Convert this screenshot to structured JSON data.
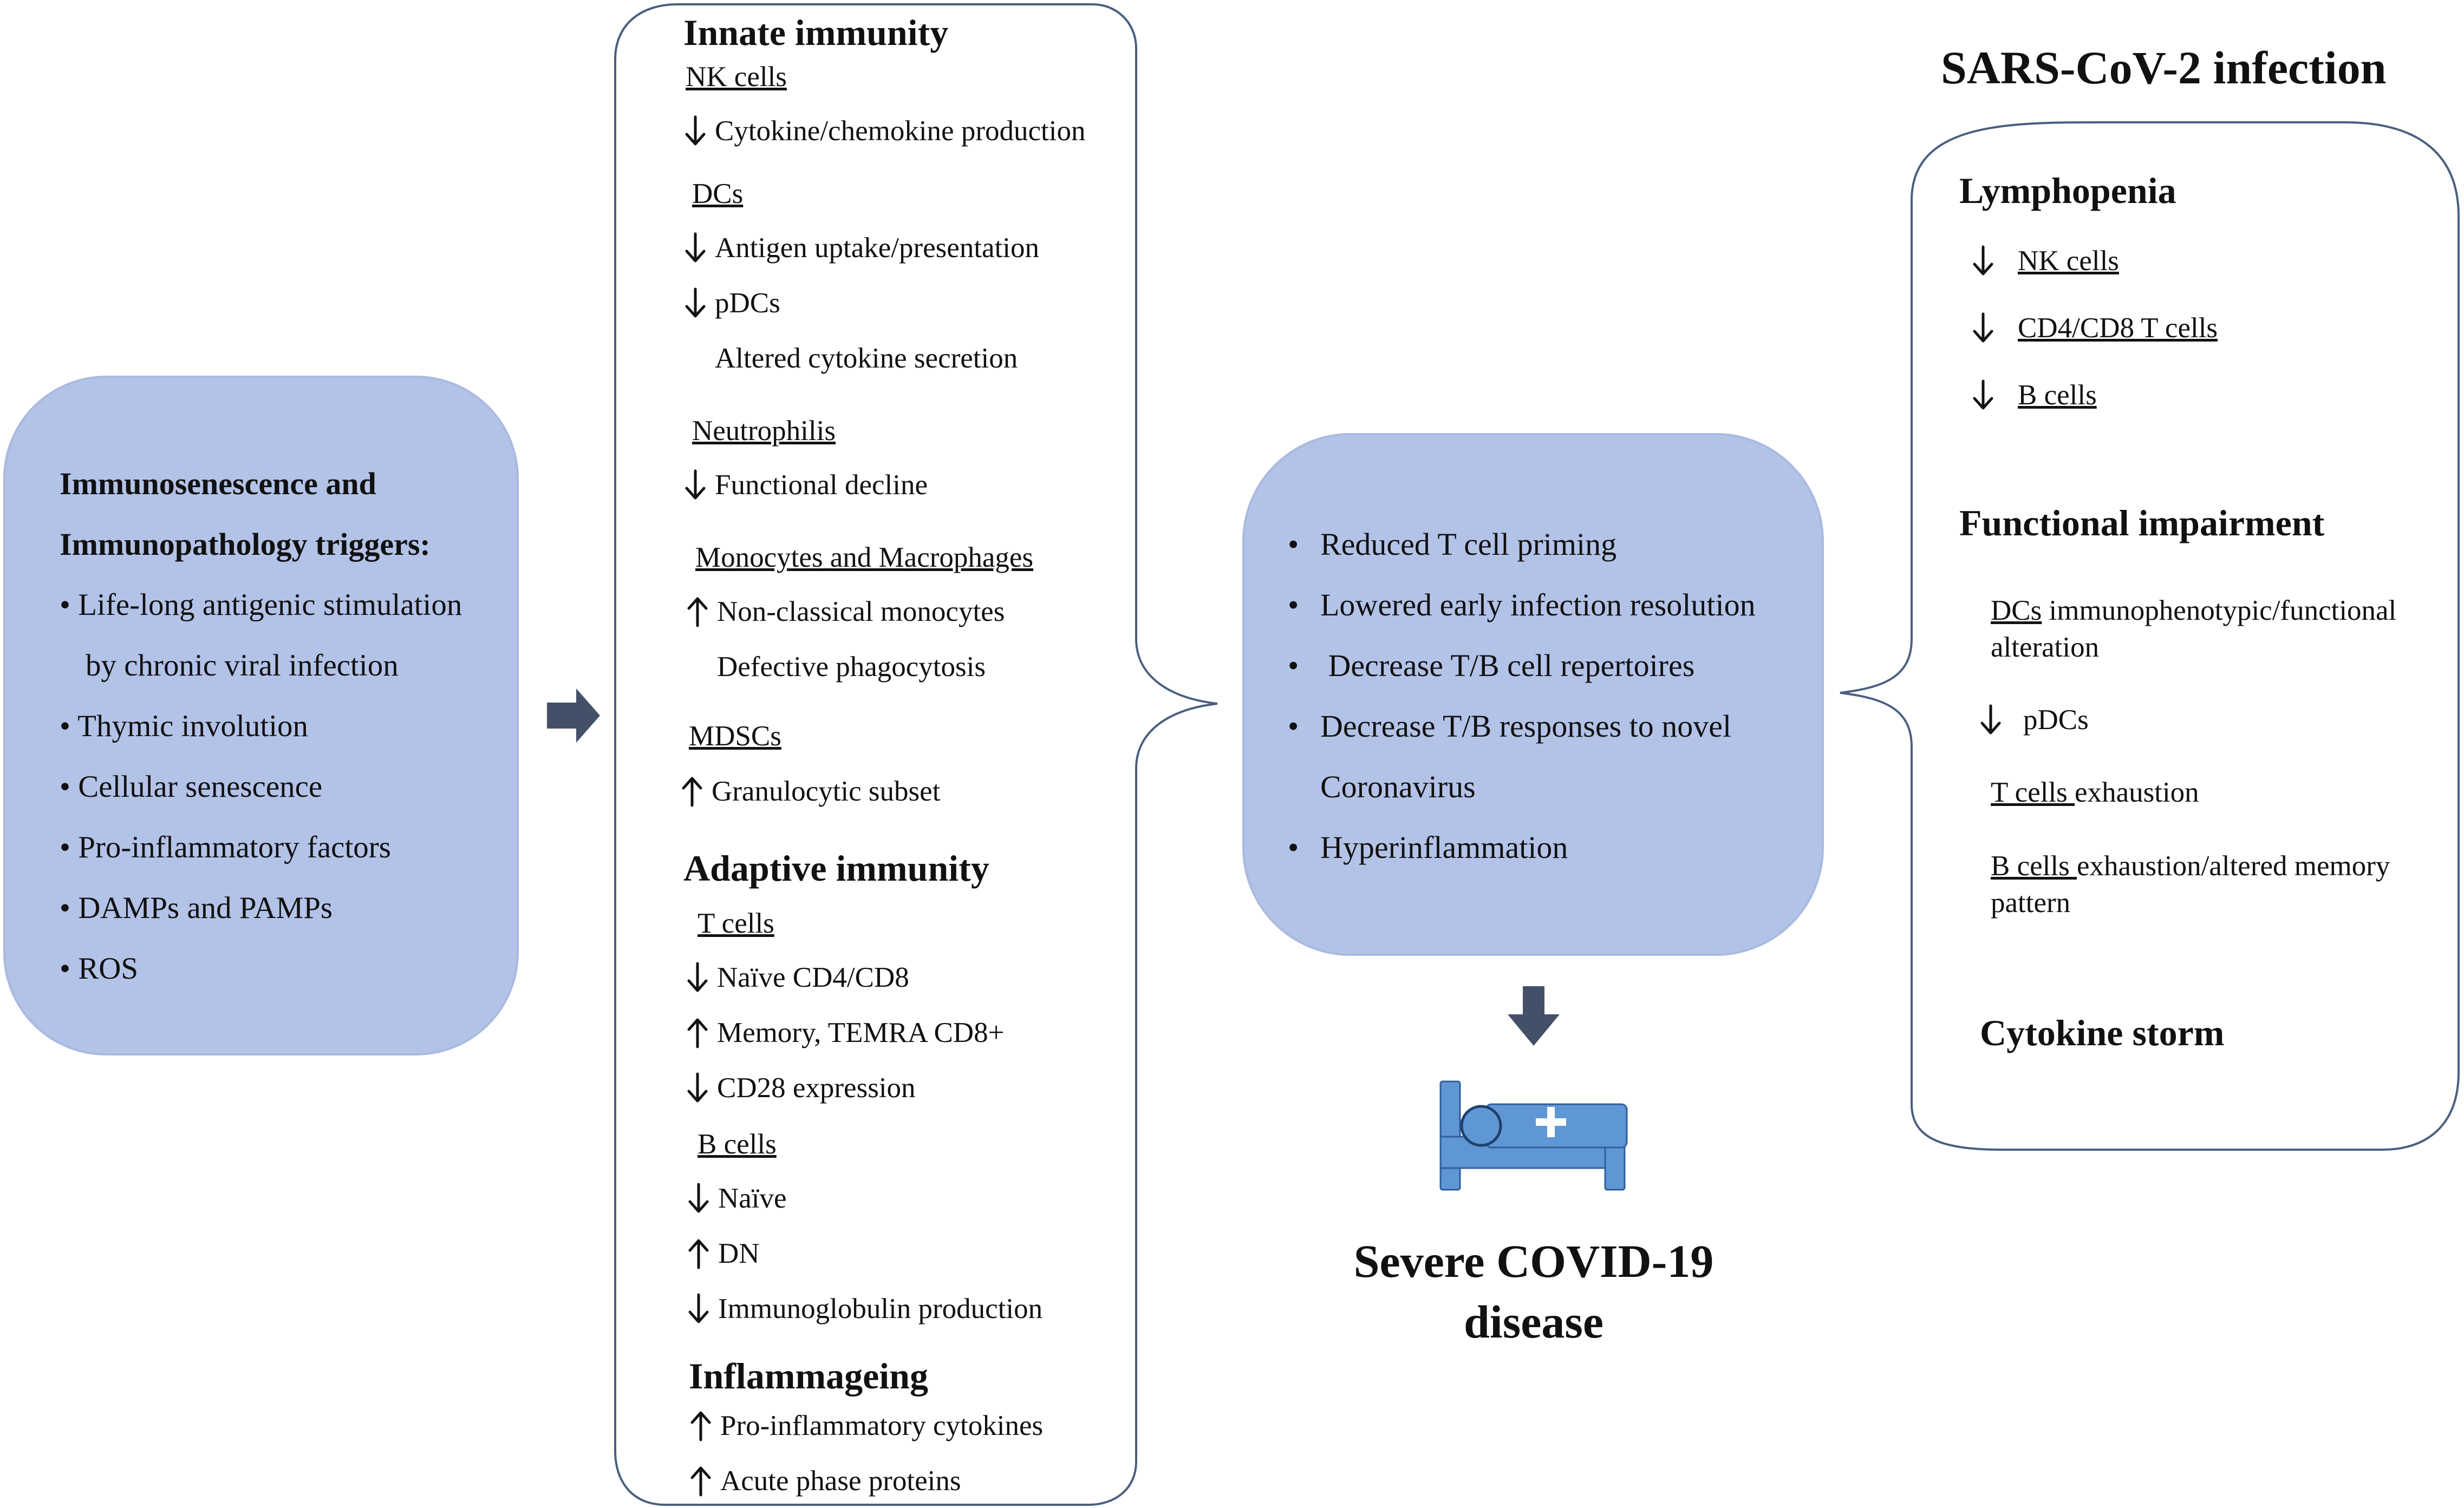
{
  "colors": {
    "box_fill": "#b3c3e8",
    "arrow_fill": "#435067",
    "bed_fill": "#5f96d4",
    "bed_outline": "#2f5f9b",
    "bracket_stroke": "#4a5f80"
  },
  "triggers": {
    "heading_line1": "Immunosenescence and",
    "heading_line2": "Immunopathology triggers:",
    "items": [
      "• Life-long antigenic stimulation",
      "by chronic viral infection",
      "• Thymic involution",
      "• Cellular senescence",
      "• Pro-inflammatory factors",
      "• DAMPs and PAMPs",
      "• ROS"
    ]
  },
  "arrow_icon": "right-arrow-icon",
  "aging_panel": {
    "innate": {
      "title": "Innate immunity",
      "nk": {
        "label": "NK cells",
        "rows": [
          {
            "dir": "down",
            "text": "Cytokine/chemokine production"
          }
        ]
      },
      "dcs": {
        "label": "DCs",
        "rows": [
          {
            "dir": "down",
            "text": "Antigen uptake/presentation"
          },
          {
            "dir": "down",
            "text": "pDCs"
          },
          {
            "dir": "none",
            "text": "Altered cytokine secretion"
          }
        ]
      },
      "neutrophils": {
        "label": "Neutrophilis",
        "rows": [
          {
            "dir": "down",
            "text": "Functional decline"
          }
        ]
      },
      "monocytes": {
        "label": "Monocytes and Macrophages",
        "rows": [
          {
            "dir": "up",
            "text": "Non-classical monocytes"
          },
          {
            "dir": "none",
            "text": "Defective phagocytosis"
          }
        ]
      },
      "mdscs": {
        "label": "MDSCs",
        "rows": [
          {
            "dir": "up",
            "text": "Granulocytic subset"
          }
        ]
      }
    },
    "adaptive": {
      "title": "Adaptive immunity",
      "tcells": {
        "label": "T cells",
        "rows": [
          {
            "dir": "down",
            "text": "Naïve CD4/CD8"
          },
          {
            "dir": "up",
            "text": "Memory, TEMRA CD8+"
          },
          {
            "dir": "down",
            "text": "CD28 expression"
          }
        ]
      },
      "bcells": {
        "label": "B cells",
        "rows": [
          {
            "dir": "down",
            "text": "Naïve"
          },
          {
            "dir": "up",
            "text": "DN"
          },
          {
            "dir": "down",
            "text": "Immunoglobulin production"
          }
        ]
      }
    },
    "inflammageing": {
      "title": "Inflammageing",
      "rows": [
        {
          "dir": "up",
          "text": "Pro-inflammatory cytokines"
        },
        {
          "dir": "up",
          "text": "Acute phase proteins"
        }
      ]
    }
  },
  "center": {
    "bullet": "•",
    "items": [
      "Reduced T cell priming",
      "Lowered early infection resolution",
      " Decrease T/B cell repertoires",
      "Decrease T/B responses to novel",
      "Coronavirus",
      "Hyperinflammation"
    ]
  },
  "outcome": {
    "icon": "hospital-bed-icon",
    "line1": "Severe COVID-19",
    "line2": "disease"
  },
  "sars": {
    "title": "SARS-CoV-2 infection",
    "lymphopenia": {
      "title": "Lymphopenia",
      "rows": [
        {
          "dir": "down",
          "text": "NK cells"
        },
        {
          "dir": "down",
          "text": "CD4/CD8 T cells"
        },
        {
          "dir": "down",
          "text": "B cells"
        }
      ]
    },
    "functional": {
      "title": "Functional impairment",
      "dcs_underlined": "DCs",
      "dcs_rest": " immunophenotypic/functional",
      "dcs_line2": "alteration",
      "pdcs": {
        "dir": "down",
        "text": "pDCs"
      },
      "t_underlined": "T cells ",
      "t_rest": "exhaustion",
      "b_underlined": "B cells ",
      "b_rest": "exhaustion/altered memory",
      "b_line2": "pattern"
    },
    "cytokine": {
      "title": "Cytokine storm"
    }
  }
}
